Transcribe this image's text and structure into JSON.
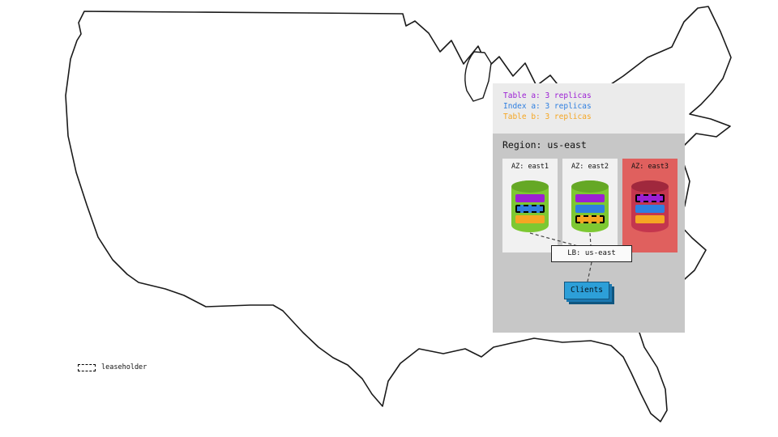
{
  "summary": {
    "lines": [
      {
        "text": "Table a: 3 replicas",
        "color": "#9c1fd4"
      },
      {
        "text": "Index a: 3 replicas",
        "color": "#2f7fe0"
      },
      {
        "text": "Table b: 3 replicas",
        "color": "#f5a623"
      }
    ]
  },
  "region": {
    "title": "Region: us-east",
    "azs": [
      {
        "label": "AZ: east1",
        "status": "healthy",
        "replicas": [
          {
            "name": "table-a",
            "leaseholder": false
          },
          {
            "name": "index-a",
            "leaseholder": true
          },
          {
            "name": "table-b",
            "leaseholder": false
          }
        ]
      },
      {
        "label": "AZ: east2",
        "status": "healthy",
        "replicas": [
          {
            "name": "table-a",
            "leaseholder": false
          },
          {
            "name": "index-a",
            "leaseholder": false
          },
          {
            "name": "table-b",
            "leaseholder": true
          }
        ]
      },
      {
        "label": "AZ: east3",
        "status": "failed",
        "replicas": [
          {
            "name": "table-a",
            "leaseholder": true
          },
          {
            "name": "index-a",
            "leaseholder": false
          },
          {
            "name": "table-b",
            "leaseholder": false
          }
        ]
      }
    ],
    "lb_label": "LB: us-east",
    "clients_label": "Clients"
  },
  "legend": {
    "label": "leaseholder"
  },
  "colors": {
    "table_a": "#9c1fd4",
    "index_a": "#2f7fe0",
    "table_b": "#f5a623",
    "node_healthy": "#7dc832",
    "node_healthy_top": "#65a825",
    "node_failed": "#c4364e",
    "node_failed_top": "#a0283d",
    "az_failed_bg": "#e0605e",
    "clients_bg": "#2d9fd8"
  }
}
